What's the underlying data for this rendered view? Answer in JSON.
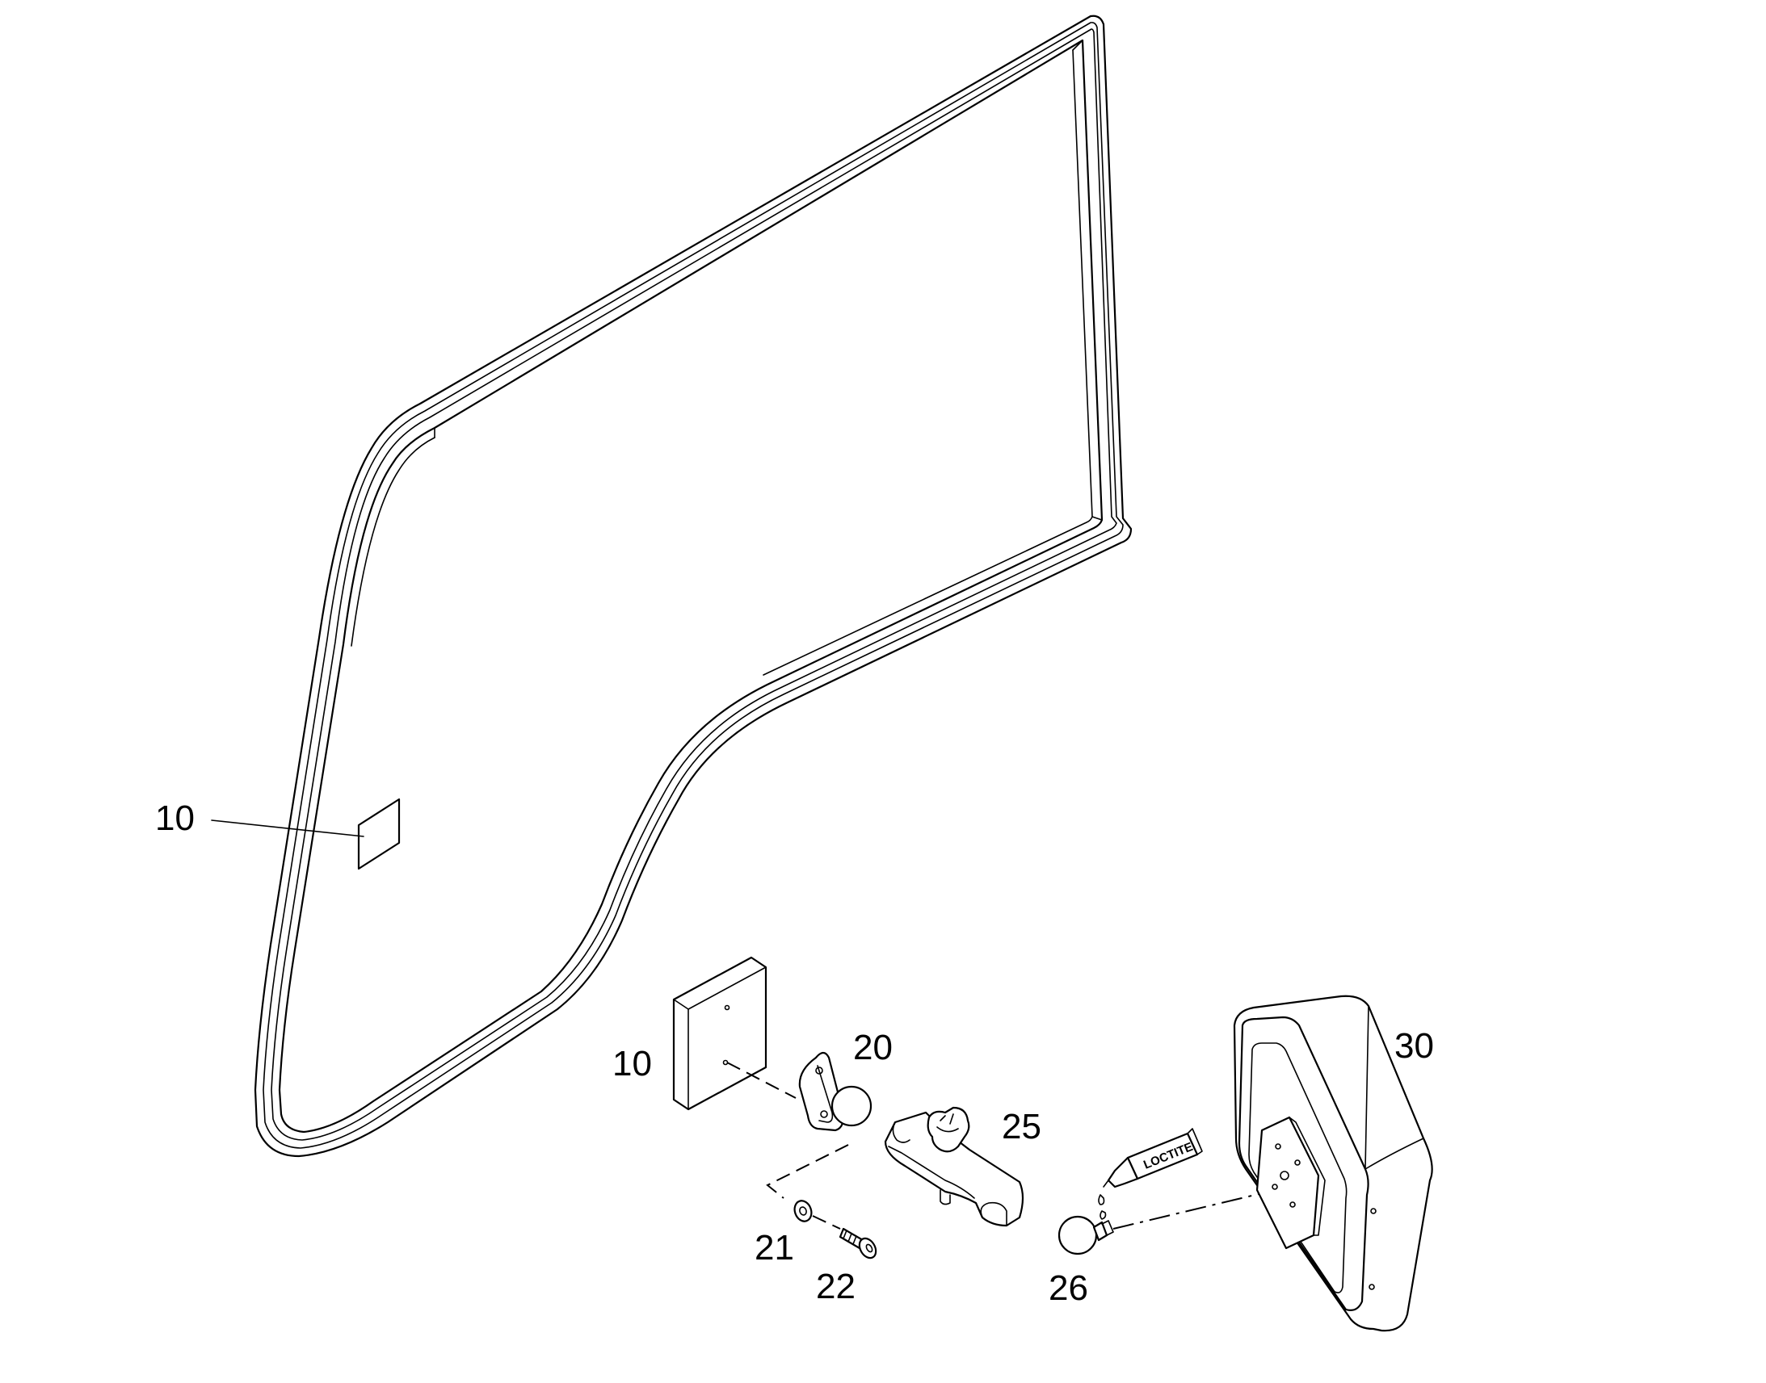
{
  "callouts": {
    "c10_frame": "10",
    "c10_pad": "10",
    "c20": "20",
    "c21": "21",
    "c22": "22",
    "c25": "25",
    "c26": "26",
    "c30": "30"
  },
  "tube_text": "LOCTITE",
  "colors": {
    "line": "#000000",
    "background": "#ffffff"
  }
}
